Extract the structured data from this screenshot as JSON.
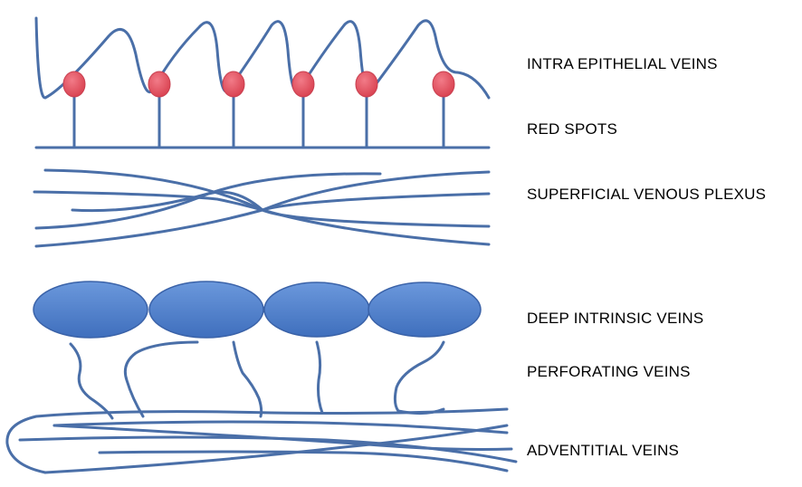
{
  "labels": {
    "intra_epithelial": "INTRA EPITHELIAL VEINS",
    "red_spots": "RED SPOTS",
    "superficial_plexus": "SUPERFICIAL VENOUS PLEXUS",
    "deep_intrinsic": "DEEP INTRINSIC VEINS",
    "perforating": "PERFORATING VEINS",
    "adventitial": "ADVENTITIAL VEINS"
  },
  "colors": {
    "vein_stroke": "#4a6fa8",
    "deep_vein_fill": "#4a7cc9",
    "deep_vein_fill_light": "#6b98dc",
    "red_spot_fill": "#e85a6a",
    "red_spot_stroke": "#c83f4f"
  }
}
